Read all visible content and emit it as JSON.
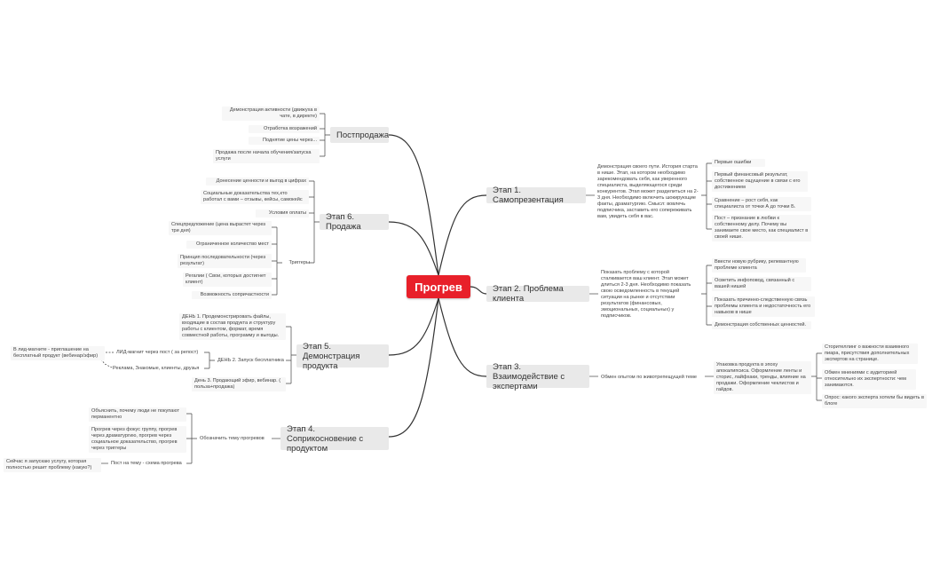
{
  "root": "Прогрев",
  "topics": {
    "postsale": "Постпродажа",
    "stage6": "Этап 6. Продажа",
    "stage5": "Этап 5. Демонстрация продукта",
    "stage4": "Этап 4. Соприкосновение с продуктом",
    "stage1": "Этап 1. Самопрезентация",
    "stage2": "Этап 2. Проблема клиента",
    "stage3": "Этап 3. Взаимодействие с экспертами"
  },
  "postsale_items": [
    "Демонстрация активности (движуха в чате, в директе)",
    "Отработка возражений",
    "Поднятие цены через...",
    "Продажа после начала обучения/запуска услуги"
  ],
  "stage6_items": [
    "Донесение ценности и выгод в цифрах",
    "Социальные доказательства тех,кто работал с вами – отзывы, кейсы, самокейс",
    "Условия оплаты",
    "Триггеры"
  ],
  "stage6_triggers": [
    "Спецпредложение (цена вырастет через три дня)",
    "Ограниченное количество мест",
    "Принцип последовательности (через результат)",
    "Регалии ( Свои, которых достигнет клиент)",
    "Возможность сопричастности"
  ],
  "stage5_items": [
    "ДЕНЬ 1. Продемонстрировать файлы, входящие в состав продукта и структуру работы с клиентом, формат, время совместной работы, программу и выгоды.",
    "ДЕНЬ 2. Запуск бесплатника",
    "День 3. Продающий эфир, вебинар. ( польза+продажа)"
  ],
  "stage5_day2": [
    "ЛИД-магнит через пост ( за репост)",
    "Реклама, Знакомые, клиенты, друзья"
  ],
  "stage5_lead": "В лид-магните - приглашение на бесплатный продукт (вебинар/эфир)",
  "stage4_mid": "Обозначить тему прогревов",
  "stage4_items": [
    "Объяснить, почему люди не покупают перманентно",
    "Прогрев через фокус группу, прогрев через драматургию, прогрев через социальное доказательство, прогрев через триггеры",
    "Пост на тему - схема прогрева"
  ],
  "stage4_now": "Сейчас я запускаю услугу, которая полностью решит проблему (какую?)",
  "stage1_desc": "Демонстрация своего пути. История старта в нише. Этап, на котором необходимо зарекомендовать себя, как уверенного специалиста, выделяющегося среди конкурентов. Этап может разделиться на 2-3 дня. Необходимо включить шокирующие факты, драматургию. Смысл: вовлечь подписчика, заставить его сопереживать вам, увидеть себя в вас.",
  "stage1_items": [
    "Первые ошибки",
    "Первый финансовый результат, собственное ощущение в связи с его достижением",
    "Сравнение – рост себя, как специалиста от точки А до точки Б.",
    "Пост – признание в любви к собственному делу. Почему вы занимаете свое место, как специалист в своей нише."
  ],
  "stage2_desc": "Показать проблему с которой сталкивается ваш клиент. Этап может длиться 2-3 дня. Необходимо показать свою осведомленность в текущей ситуации на рынке и отсутствии результатов (финансовых, эмоциональных, социальных) у подписчиков.",
  "stage2_items": [
    "Ввести новую рубрику, релевантную проблеме клиента",
    "Осветить инфоповод, связанный с вашей нишей",
    "Показать причинно-следственную связь проблемы клиента и недостаточность его навыков в нише",
    "Демонстрация собственных ценностей."
  ],
  "stage3_desc": "Обмен опытом по животрепещущей теме",
  "stage3_pack": "Упаковка продукта в эпоху апокалипсиса. Оформление ленты и сторис, лайфхаки, тренды, влияние на продажи. Оформление чеклистов и гайдов.",
  "stage3_items": [
    "Сторителлинг о важности взаимного пиара, присутствия дополнительных экспертов на странице.",
    "Обмен мнениями с аудиторией относительно их экспертности: чем занимаются.",
    "Опрос: какого эксперта хотели бы видеть в блоге"
  ],
  "colors": {
    "root": "#e8202a",
    "topic": "#e9e9e9",
    "line": "#333333"
  }
}
